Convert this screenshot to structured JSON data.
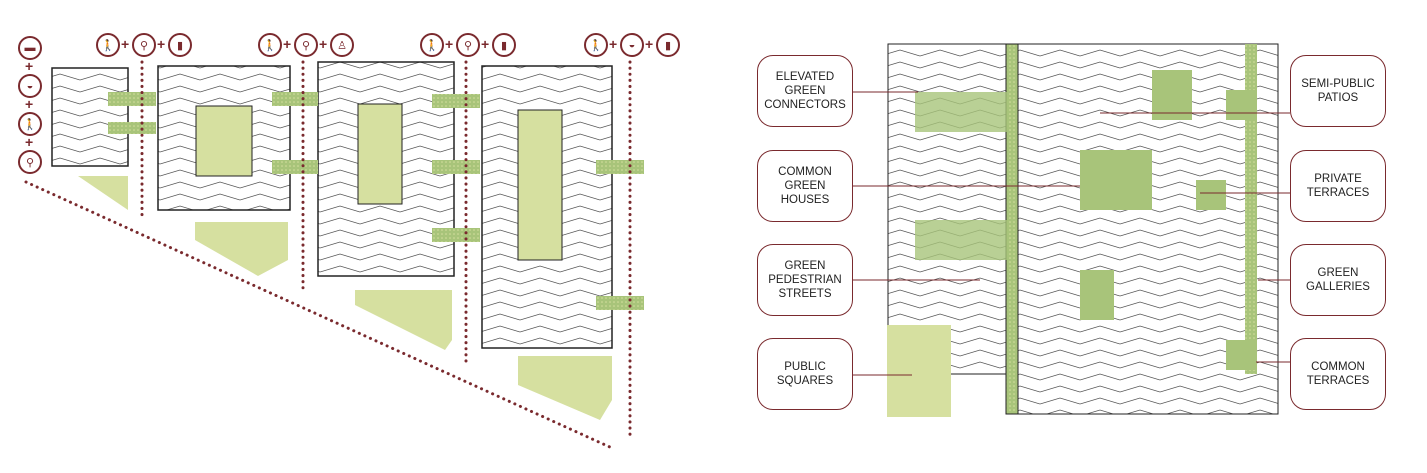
{
  "colors": {
    "accent": "#7a2a2e",
    "light_green": "#d6e0a0",
    "mid_green": "#a8c47a",
    "dark_green": "#7fa85a",
    "line": "#222222"
  },
  "left_diagram": {
    "mobility_stacks": [
      {
        "icons": [
          "bus-icon",
          "car-icon",
          "pedestrian-icon",
          "bicycle-icon"
        ]
      },
      {
        "icons": [
          "pedestrian-icon",
          "bicycle-icon",
          "truck-icon"
        ]
      },
      {
        "icons": [
          "pedestrian-icon",
          "bicycle-icon",
          "delivery-worker-icon"
        ]
      },
      {
        "icons": [
          "pedestrian-icon",
          "bicycle-icon",
          "truck-icon"
        ]
      },
      {
        "icons": [
          "pedestrian-icon",
          "car-icon",
          "truck-icon"
        ]
      }
    ],
    "plus_sign": "+",
    "activity_icons": [
      "clock-icon",
      "coffee-cup-icon",
      "bike-share-icon",
      "food-bowl-icon",
      "basketball-icon",
      "sunbed-icon",
      "bike-share-icon",
      "playground-seesaw-icon",
      "theater-masks-icon",
      "bike-share-icon",
      "clock-icon"
    ]
  },
  "right_diagram": {
    "labels_left": [
      {
        "text": "ELEVATED\nGREEN\nCONNECTORS"
      },
      {
        "text": "COMMON\nGREEN\nHOUSES"
      },
      {
        "text": "GREEN\nPEDESTRIAN\nSTREETS"
      },
      {
        "text": "PUBLIC\nSQUARES"
      }
    ],
    "labels_right": [
      {
        "text": "SEMI-PUBLIC\nPATIOS"
      },
      {
        "text": "PRIVATE\nTERRACES"
      },
      {
        "text": "GREEN\nGALLERIES"
      },
      {
        "text": "COMMON\nTERRACES"
      }
    ]
  }
}
